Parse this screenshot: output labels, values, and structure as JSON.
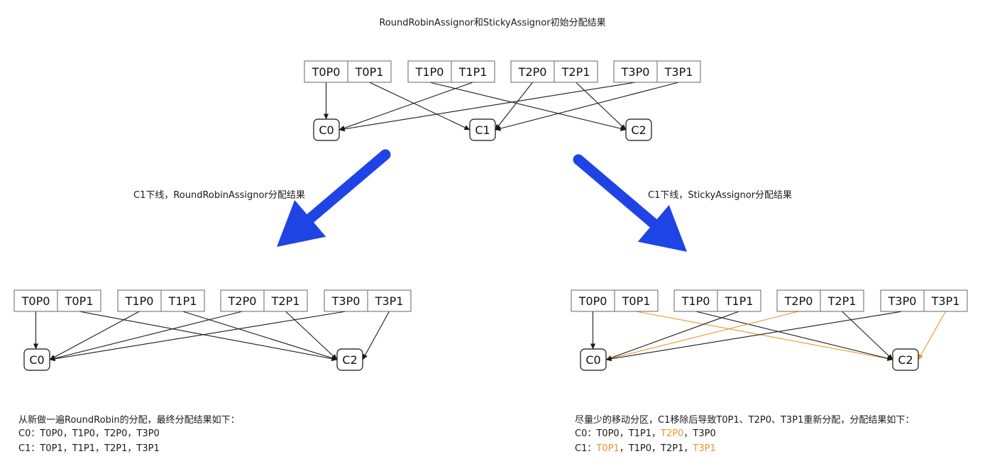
{
  "title": "RoundRobinAssignor和StickyAssignor初始分配结果",
  "left_arrow_label": "C1下线，RoundRobinAssignor分配结果",
  "right_arrow_label": "C1下线，StickyAssignor分配结果",
  "colors": {
    "arrow_blue": "#1e44e6",
    "highlight": "#e8962f",
    "line": "#1a1a1a"
  },
  "diagrams": [
    {
      "id": "initial",
      "partitions": [
        "T0P0",
        "T0P1",
        "T1P0",
        "T1P1",
        "T2P0",
        "T2P1",
        "T3P0",
        "T3P1"
      ],
      "consumers": [
        "C0",
        "C1",
        "C2"
      ],
      "edges": [
        {
          "from": "T0P0",
          "to": "C0"
        },
        {
          "from": "T0P1",
          "to": "C1"
        },
        {
          "from": "T1P0",
          "to": "C2"
        },
        {
          "from": "T1P1",
          "to": "C0"
        },
        {
          "from": "T2P0",
          "to": "C1"
        },
        {
          "from": "T2P1",
          "to": "C2"
        },
        {
          "from": "T3P0",
          "to": "C0"
        },
        {
          "from": "T3P1",
          "to": "C1"
        }
      ]
    },
    {
      "id": "roundrobin",
      "partitions": [
        "T0P0",
        "T0P1",
        "T1P0",
        "T1P1",
        "T2P0",
        "T2P1",
        "T3P0",
        "T3P1"
      ],
      "consumers": [
        "C0",
        "C2"
      ],
      "edges": [
        {
          "from": "T0P0",
          "to": "C0"
        },
        {
          "from": "T0P1",
          "to": "C2"
        },
        {
          "from": "T1P0",
          "to": "C0"
        },
        {
          "from": "T1P1",
          "to": "C2"
        },
        {
          "from": "T2P0",
          "to": "C0"
        },
        {
          "from": "T2P1",
          "to": "C2"
        },
        {
          "from": "T3P0",
          "to": "C0"
        },
        {
          "from": "T3P1",
          "to": "C2"
        }
      ]
    },
    {
      "id": "sticky",
      "partitions": [
        "T0P0",
        "T0P1",
        "T1P0",
        "T1P1",
        "T2P0",
        "T2P1",
        "T3P0",
        "T3P1"
      ],
      "consumers": [
        "C0",
        "C2"
      ],
      "edges": [
        {
          "from": "T0P0",
          "to": "C0"
        },
        {
          "from": "T0P1",
          "to": "C2",
          "highlight": true
        },
        {
          "from": "T1P0",
          "to": "C2"
        },
        {
          "from": "T1P1",
          "to": "C0"
        },
        {
          "from": "T2P0",
          "to": "C0",
          "highlight": true
        },
        {
          "from": "T2P1",
          "to": "C2"
        },
        {
          "from": "T3P0",
          "to": "C0"
        },
        {
          "from": "T3P1",
          "to": "C2",
          "highlight": true
        }
      ]
    }
  ],
  "left_result": {
    "heading": "从新做一遍RoundRobin的分配，最终分配结果如下：",
    "c0_prefix": "C0：",
    "c0_items": [
      {
        "text": "T0P0",
        "highlight": false
      },
      {
        "text": "T1P0",
        "highlight": false
      },
      {
        "text": "T2P0",
        "highlight": false
      },
      {
        "text": "T3P0",
        "highlight": false
      }
    ],
    "c1_prefix": "C1：",
    "c1_items": [
      {
        "text": "T0P1",
        "highlight": false
      },
      {
        "text": "T1P1",
        "highlight": false
      },
      {
        "text": "T2P1",
        "highlight": false
      },
      {
        "text": "T3P1",
        "highlight": false
      }
    ]
  },
  "right_result": {
    "heading": "尽量少的移动分区，C1移除后导致T0P1、T2P0、T3P1重新分配，分配结果如下：",
    "c0_prefix": "C0：",
    "c0_items": [
      {
        "text": "T0P0",
        "highlight": false
      },
      {
        "text": "T1P1",
        "highlight": false
      },
      {
        "text": "T2P0",
        "highlight": true
      },
      {
        "text": "T3P0",
        "highlight": false
      }
    ],
    "c1_prefix": "C1：",
    "c1_items": [
      {
        "text": "T0P1",
        "highlight": true
      },
      {
        "text": "T1P0",
        "highlight": false
      },
      {
        "text": "T2P1",
        "highlight": false
      },
      {
        "text": "T3P1",
        "highlight": true
      }
    ]
  },
  "separator": "，"
}
